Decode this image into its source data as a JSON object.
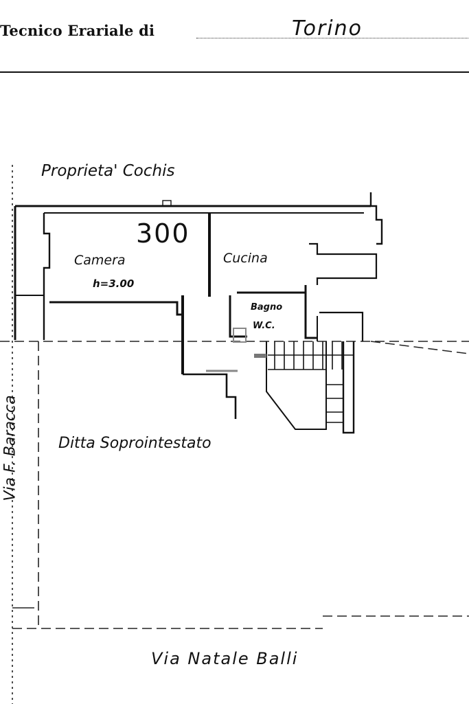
{
  "header": {
    "office_label": "Tecnico Erariale di",
    "city": "Torino"
  },
  "plan": {
    "neighbor_north": "Proprieta' Cochis",
    "room_number": "300",
    "rooms": [
      {
        "name": "Camera",
        "note": "h=3.00"
      },
      {
        "name": "Cucina"
      },
      {
        "name": "Bagno",
        "note": "W.C."
      }
    ],
    "courtyard_owner": "Ditta Soprointestato",
    "street_west": "Via F. Baracca",
    "street_south": "Via Natale Balli"
  }
}
